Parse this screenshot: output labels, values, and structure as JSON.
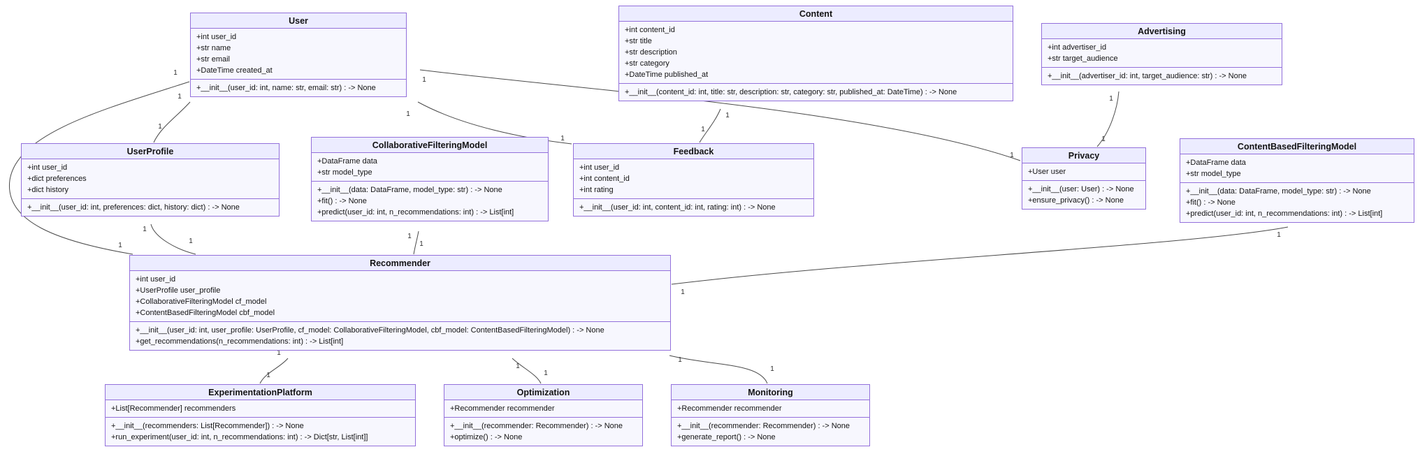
{
  "diagram": {
    "kind": "uml-class-diagram",
    "colors": {
      "node_header_fill": "#ECECFF",
      "node_body_fill": "#f7f7fe",
      "node_border": "#9370DB",
      "edge_color": "#4a4a4a",
      "text_color": "#131313"
    },
    "classes": [
      {
        "id": "user",
        "title": "User",
        "attributes": [
          "+int user_id",
          "+str name",
          "+str email",
          "+DateTime created_at"
        ],
        "methods": [
          "+__init__(user_id: int, name: str, email: str) : -> None"
        ]
      },
      {
        "id": "content",
        "title": "Content",
        "attributes": [
          "+int content_id",
          "+str title",
          "+str description",
          "+str category",
          "+DateTime published_at"
        ],
        "methods": [
          "+__init__(content_id: int, title: str, description: str, category: str, published_at: DateTime) : -> None"
        ]
      },
      {
        "id": "advertising",
        "title": "Advertising",
        "attributes": [
          "+int advertiser_id",
          "+str target_audience"
        ],
        "methods": [
          "+__init__(advertiser_id: int, target_audience: str) : -> None"
        ]
      },
      {
        "id": "userprofile",
        "title": "UserProfile",
        "attributes": [
          "+int user_id",
          "+dict preferences",
          "+dict history"
        ],
        "methods": [
          "+__init__(user_id: int, preferences: dict, history: dict) : -> None"
        ]
      },
      {
        "id": "collaborativefilteringmodel",
        "title": "CollaborativeFilteringModel",
        "attributes": [
          "+DataFrame data",
          "+str model_type"
        ],
        "methods": [
          "+__init__(data: DataFrame, model_type: str) : -> None",
          "+fit() : -> None",
          "+predict(user_id: int, n_recommendations: int) : -> List[int]"
        ]
      },
      {
        "id": "feedback",
        "title": "Feedback",
        "attributes": [
          "+int user_id",
          "+int content_id",
          "+int rating"
        ],
        "methods": [
          "+__init__(user_id: int, content_id: int, rating: int) : -> None"
        ]
      },
      {
        "id": "privacy",
        "title": "Privacy",
        "attributes": [
          "+User user"
        ],
        "methods": [
          "+__init__(user: User) : -> None",
          "+ensure_privacy() : -> None"
        ]
      },
      {
        "id": "contentbasedfilteringmodel",
        "title": "ContentBasedFilteringModel",
        "attributes": [
          "+DataFrame data",
          "+str model_type"
        ],
        "methods": [
          "+__init__(data: DataFrame, model_type: str) : -> None",
          "+fit() : -> None",
          "+predict(user_id: int, n_recommendations: int) : -> List[int]"
        ]
      },
      {
        "id": "recommender",
        "title": "Recommender",
        "attributes": [
          "+int user_id",
          "+UserProfile user_profile",
          "+CollaborativeFilteringModel cf_model",
          "+ContentBasedFilteringModel cbf_model"
        ],
        "methods": [
          "+__init__(user_id: int, user_profile: UserProfile, cf_model: CollaborativeFilteringModel, cbf_model: ContentBasedFilteringModel) : -> None",
          "+get_recommendations(n_recommendations: int) : -> List[int]"
        ]
      },
      {
        "id": "experimentationplatform",
        "title": "ExperimentationPlatform",
        "attributes": [
          "+List[Recommender] recommenders"
        ],
        "methods": [
          "+__init__(recommenders: List[Recommender]) : -> None",
          "+run_experiment(user_id: int, n_recommendations: int) : -> Dict[str, List[int]]"
        ]
      },
      {
        "id": "optimization",
        "title": "Optimization",
        "attributes": [
          "+Recommender recommender"
        ],
        "methods": [
          "+__init__(recommender: Recommender) : -> None",
          "+optimize() : -> None"
        ]
      },
      {
        "id": "monitoring",
        "title": "Monitoring",
        "attributes": [
          "+Recommender recommender"
        ],
        "methods": [
          "+__init__(recommender: Recommender) : -> None",
          "+generate_report() : -> None"
        ]
      }
    ],
    "relationships": [
      {
        "from": "user",
        "to": "userprofile",
        "from_label": "1",
        "to_label": "1"
      },
      {
        "from": "user",
        "to": "recommender",
        "from_label": "1",
        "to_label": "1"
      },
      {
        "from": "user",
        "to": "feedback",
        "from_label": "1",
        "to_label": "1"
      },
      {
        "from": "user",
        "to": "privacy",
        "from_label": "1",
        "to_label": "1"
      },
      {
        "from": "content",
        "to": "feedback",
        "from_label": "1",
        "to_label": "1"
      },
      {
        "from": "advertising",
        "to": "privacy",
        "from_label": "1",
        "to_label": "1"
      },
      {
        "from": "userprofile",
        "to": "recommender",
        "from_label": "1",
        "to_label": "1"
      },
      {
        "from": "collaborativefilteringmodel",
        "to": "recommender",
        "from_label": "1",
        "to_label": "1"
      },
      {
        "from": "contentbasedfilteringmodel",
        "to": "recommender",
        "from_label": "1",
        "to_label": "1"
      },
      {
        "from": "recommender",
        "to": "experimentationplatform",
        "from_label": "1",
        "to_label": "1"
      },
      {
        "from": "recommender",
        "to": "optimization",
        "from_label": "1",
        "to_label": "1"
      },
      {
        "from": "recommender",
        "to": "monitoring",
        "from_label": "1",
        "to_label": "1"
      }
    ]
  }
}
